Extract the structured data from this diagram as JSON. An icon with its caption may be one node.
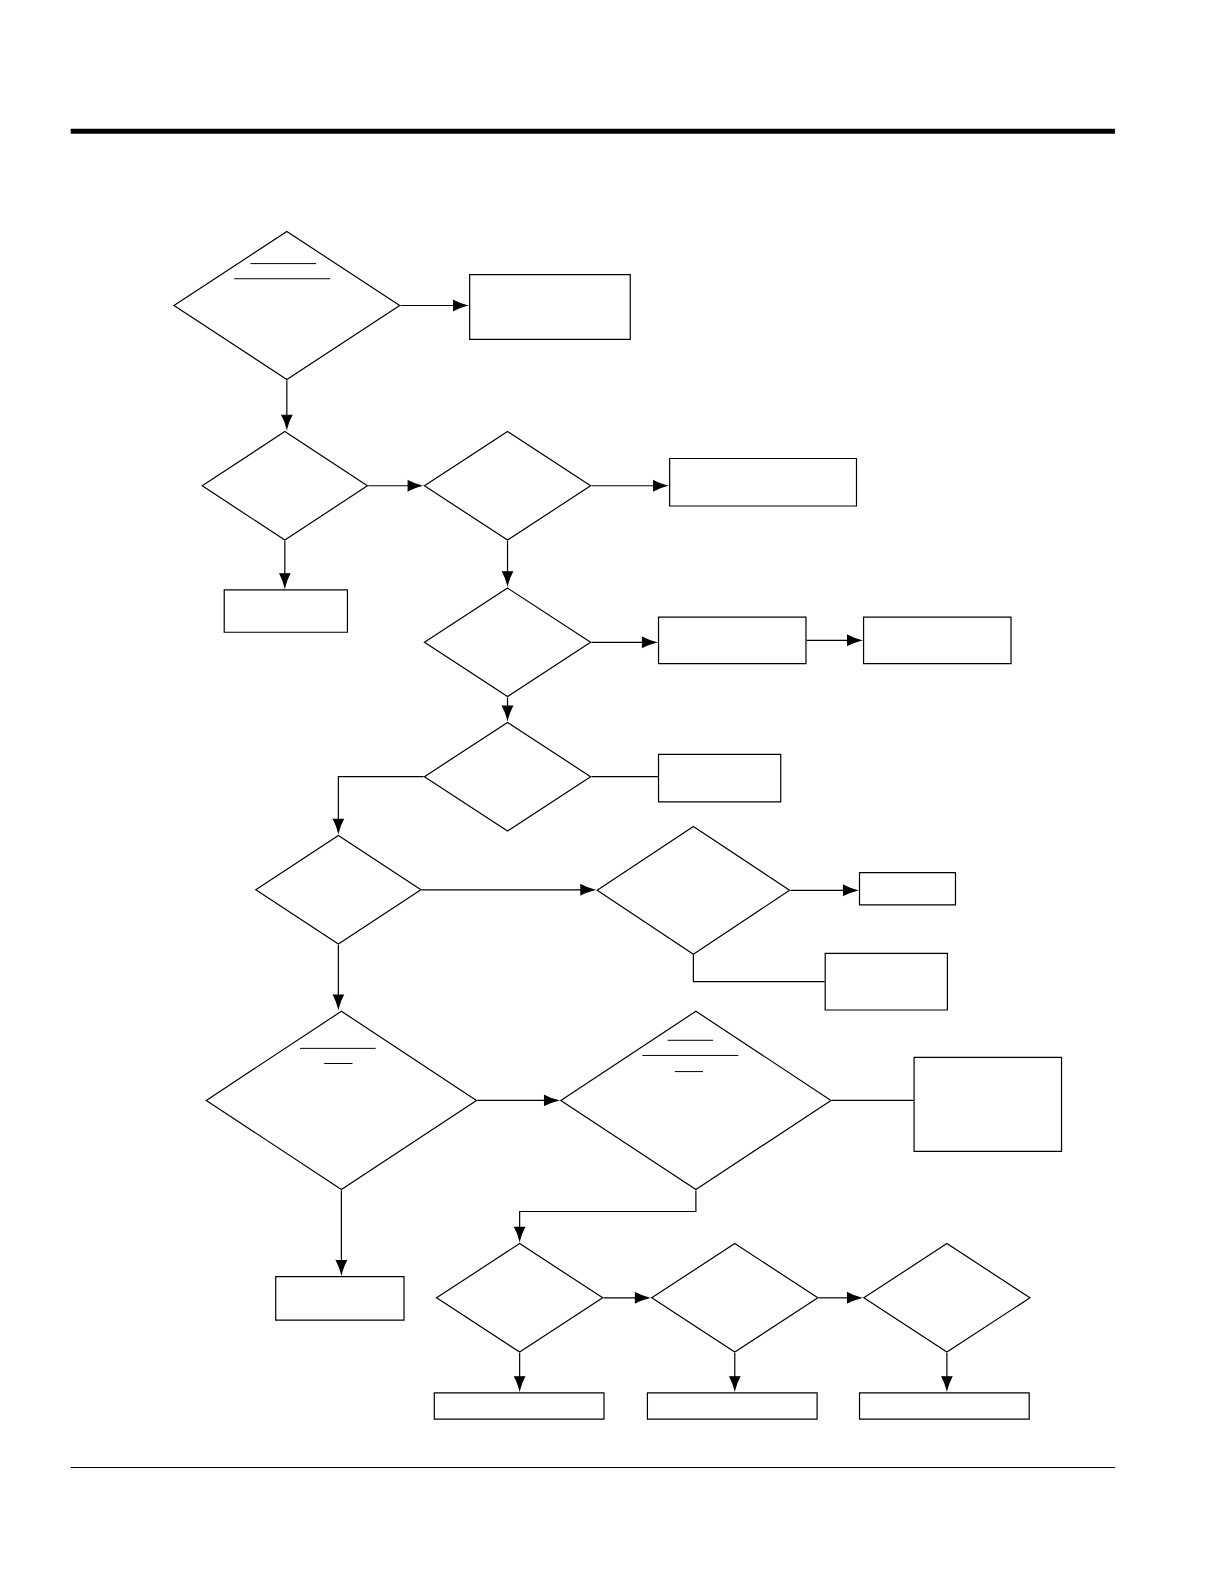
{
  "diagram": {
    "nodes": [
      {
        "text": [],
        "shape": "diamond"
      },
      {
        "text": [],
        "shape": "box"
      },
      {
        "text": [],
        "shape": "diamond"
      },
      {
        "text": [],
        "shape": "diamond"
      },
      {
        "text": [],
        "shape": "box"
      },
      {
        "text": [],
        "shape": "box"
      },
      {
        "text": [],
        "shape": "diamond"
      },
      {
        "text": [],
        "shape": "box"
      },
      {
        "text": [],
        "shape": "box"
      },
      {
        "text": [],
        "shape": "diamond"
      },
      {
        "text": [],
        "shape": "box"
      },
      {
        "text": [],
        "shape": "diamond"
      },
      {
        "text": [],
        "shape": "diamond"
      },
      {
        "text": [],
        "shape": "box"
      },
      {
        "text": [],
        "shape": "box"
      },
      {
        "text": [],
        "shape": "diamond"
      },
      {
        "text": [],
        "shape": "diamond"
      },
      {
        "text": [],
        "shape": "box"
      },
      {
        "text": [],
        "shape": "box"
      },
      {
        "text": [],
        "shape": "diamond"
      },
      {
        "text": [],
        "shape": "diamond"
      },
      {
        "text": [],
        "shape": "diamond"
      },
      {
        "text": [],
        "shape": "box"
      },
      {
        "text": [],
        "shape": "box"
      },
      {
        "text": [],
        "shape": "box"
      }
    ],
    "edges": [
      {
        "from": 0,
        "to": 1,
        "arrow": "to"
      },
      {
        "from": 0,
        "to": 2,
        "arrow": "to"
      },
      {
        "from": 2,
        "to": 3,
        "arrow": "to"
      },
      {
        "from": 3,
        "to": 4,
        "arrow": "to"
      },
      {
        "from": 2,
        "to": 5,
        "arrow": "to"
      },
      {
        "from": 3,
        "to": 6,
        "arrow": "to"
      },
      {
        "from": 6,
        "to": 7,
        "arrow": "to"
      },
      {
        "from": 7,
        "to": 8,
        "arrow": "to"
      },
      {
        "from": 6,
        "to": 9,
        "arrow": "to"
      },
      {
        "from": 9,
        "to": 10,
        "arrow": "none"
      },
      {
        "from": 9,
        "to": 11,
        "arrow": "to"
      },
      {
        "from": 11,
        "to": 12,
        "arrow": "to"
      },
      {
        "from": 12,
        "to": 13,
        "arrow": "to"
      },
      {
        "from": 12,
        "to": 14,
        "arrow": "none"
      },
      {
        "from": 11,
        "to": 15,
        "arrow": "to"
      },
      {
        "from": 15,
        "to": 16,
        "arrow": "to"
      },
      {
        "from": 16,
        "to": 17,
        "arrow": "none"
      },
      {
        "from": 15,
        "to": 18,
        "arrow": "to"
      },
      {
        "from": 16,
        "to": 19,
        "arrow": "to"
      },
      {
        "from": 19,
        "to": 20,
        "arrow": "to"
      },
      {
        "from": 20,
        "to": 21,
        "arrow": "to"
      },
      {
        "from": 19,
        "to": 22,
        "arrow": "to"
      },
      {
        "from": 20,
        "to": 23,
        "arrow": "to"
      },
      {
        "from": 21,
        "to": 24,
        "arrow": "to"
      }
    ]
  }
}
